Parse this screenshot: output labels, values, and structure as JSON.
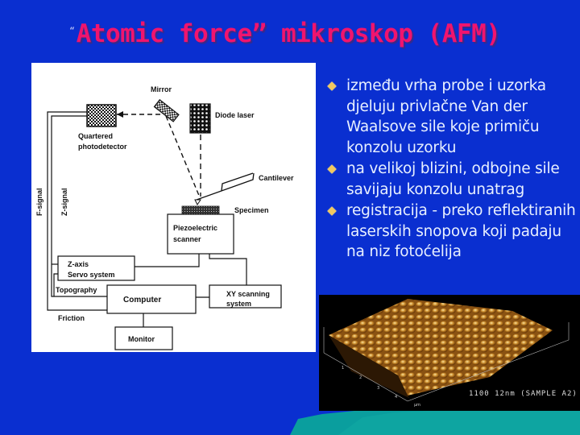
{
  "slide": {
    "title_open_quote": "“",
    "title": "Atomic force” mikroskop (AFM)",
    "colors": {
      "background": "#0a2fd0",
      "title": "#f0146e",
      "bullet_text": "#e8f0ff",
      "bullet_icon": "#f0c860",
      "decoration": "#0a9e9e"
    }
  },
  "diagram": {
    "labels": {
      "mirror": "Mirror",
      "diode_laser": "Diode laser",
      "quartered": "Quartered",
      "photodetector": "photodetector",
      "cantilever": "Cantilever",
      "specimen": "Specimen",
      "piezo_1": "Piezoelectric",
      "piezo_2": "scanner",
      "f_signal": "F-signal",
      "z_signal": "Z-signal",
      "z_axis": "Z-axis",
      "servo": "Servo  system",
      "topography": "Topography",
      "computer": "Computer",
      "xy_1": "XY scanning",
      "xy_2": "system",
      "friction": "Friction",
      "monitor": "Monitor"
    }
  },
  "bullets": [
    {
      "text": "između vrha probe i uzorka djeluju privlačne Van der Waalsove sile koje primiču konzolu uzorku"
    },
    {
      "text": "na velikoj blizini, odbojne sile savijaju konzolu unatrag"
    },
    {
      "text": "registracija - preko reflektiranih laserskih snopova koji padaju na niz fotoćelija"
    }
  ],
  "afm_image": {
    "caption": "1100  12nm  (SAMPLE  A2)",
    "axis_ticks": [
      "1",
      "2",
      "3",
      "4",
      "µm"
    ]
  }
}
